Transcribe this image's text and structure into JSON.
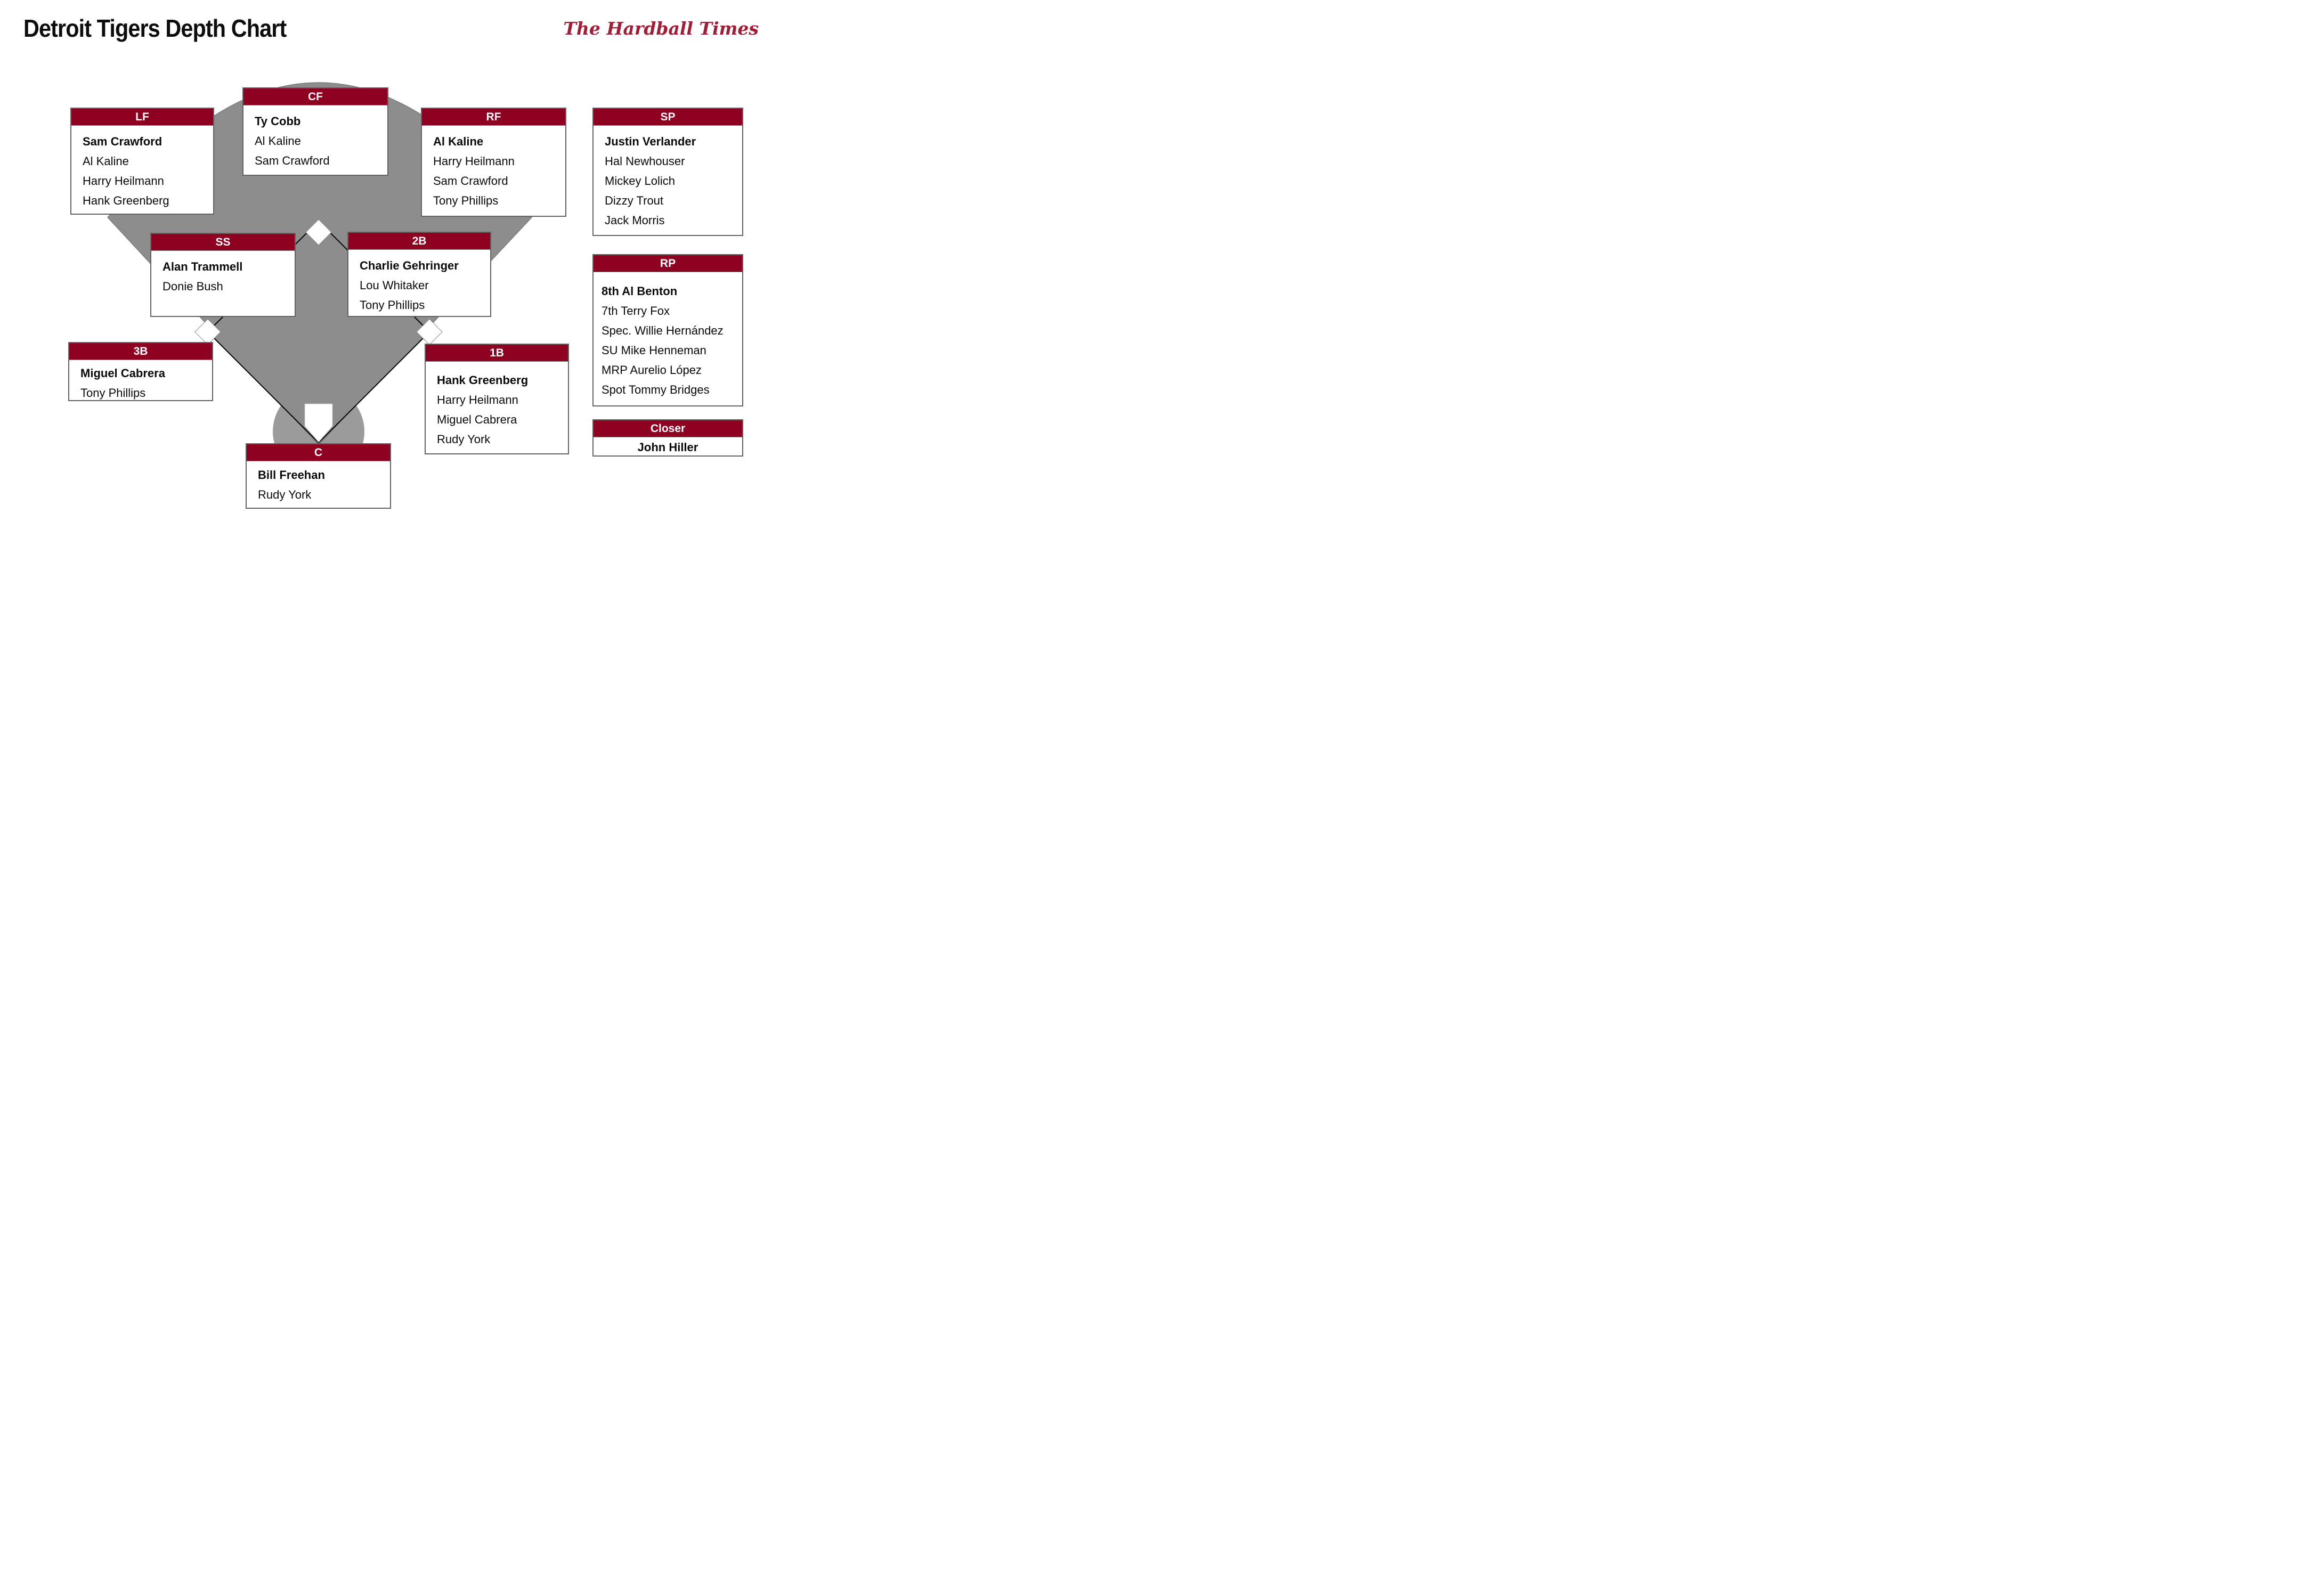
{
  "header": {
    "title": "Detroit Tigers Depth Chart",
    "logo_text": "The Hardball Times"
  },
  "colors": {
    "header_red": "#8e0121",
    "logo_red": "#a31c36",
    "field_gray": "#8d8d8d",
    "circle_gray": "#9b9b9b",
    "box_border": "#636363"
  },
  "icons": {
    "field": "baseball-diamond-icon",
    "bases": "base-marker-icon",
    "home": "home-plate-icon"
  },
  "positions": [
    {
      "id": "cf",
      "label": "CF",
      "players": [
        "Ty Cobb",
        "Al Kaline",
        "Sam Crawford"
      ]
    },
    {
      "id": "lf",
      "label": "LF",
      "players": [
        "Sam Crawford",
        "Al Kaline",
        "Harry Heilmann",
        "Hank Greenberg"
      ]
    },
    {
      "id": "rf",
      "label": "RF",
      "players": [
        "Al Kaline",
        "Harry Heilmann",
        "Sam Crawford",
        "Tony Phillips"
      ]
    },
    {
      "id": "sp",
      "label": "SP",
      "players": [
        "Justin Verlander",
        "Hal Newhouser",
        "Mickey Lolich",
        "Dizzy Trout",
        "Jack Morris"
      ]
    },
    {
      "id": "ss",
      "label": "SS",
      "players": [
        "Alan Trammell",
        "Donie Bush"
      ]
    },
    {
      "id": "2b",
      "label": "2B",
      "players": [
        "Charlie Gehringer",
        "Lou Whitaker",
        "Tony Phillips"
      ]
    },
    {
      "id": "rp",
      "label": "RP",
      "players": [
        "8th Al Benton",
        "7th Terry Fox",
        "Spec. Willie Hernández",
        "SU Mike Henneman",
        "MRP Aurelio López",
        "Spot Tommy Bridges"
      ]
    },
    {
      "id": "3b",
      "label": "3B",
      "players": [
        "Miguel Cabrera",
        "Tony Phillips"
      ]
    },
    {
      "id": "1b",
      "label": "1B",
      "players": [
        "Hank Greenberg",
        "Harry Heilmann",
        "Miguel Cabrera",
        "Rudy York"
      ]
    },
    {
      "id": "closer",
      "label": "Closer",
      "players": [
        "John Hiller"
      ]
    },
    {
      "id": "c",
      "label": "C",
      "players": [
        "Bill Freehan",
        "Rudy York"
      ]
    }
  ]
}
